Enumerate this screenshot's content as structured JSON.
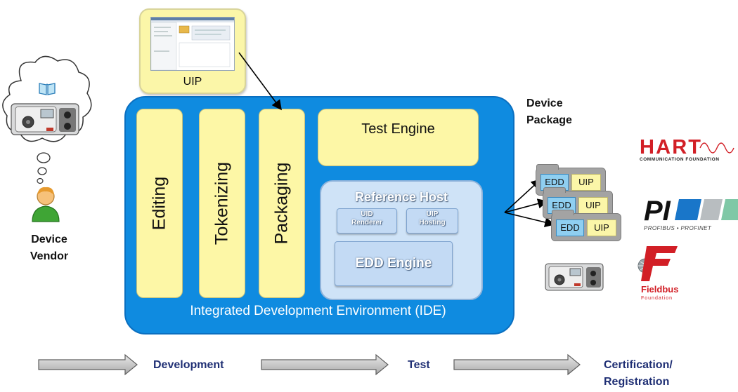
{
  "uip_box": {
    "label": "UIP"
  },
  "ide": {
    "columns": [
      "Editing",
      "Tokenizing",
      "Packaging"
    ],
    "test_engine": "Test Engine",
    "reference_host": {
      "title": "Reference Host",
      "uid_renderer": [
        "UID",
        "Renderer"
      ],
      "uip_hosting": [
        "UIP",
        "Hosting"
      ],
      "edd_engine": "EDD Engine"
    },
    "caption": "Integrated Development Environment (IDE)"
  },
  "device_package": {
    "title": [
      "Device",
      "Package"
    ],
    "edd": "EDD",
    "uip": "UIP"
  },
  "vendor": {
    "label": [
      "Device",
      "Vendor"
    ]
  },
  "logos": {
    "hart": {
      "text": "HART",
      "subtext": "COMMUNICATION FOUNDATION"
    },
    "pi": {
      "text": "PI",
      "subtext": "PROFIBUS • PROFINET"
    },
    "fieldbus": {
      "text": "Fieldbus",
      "subtext": "Foundation"
    }
  },
  "flow": {
    "development": "Development",
    "test": "Test",
    "certification": [
      "Certification/",
      "Registration"
    ]
  },
  "colors": {
    "ide_blue": "#0f8be0",
    "yellow": "#fdf7a6",
    "flow_text": "#1f2f74",
    "hart_red": "#d21f26",
    "pi_blue": "#1976c9"
  }
}
